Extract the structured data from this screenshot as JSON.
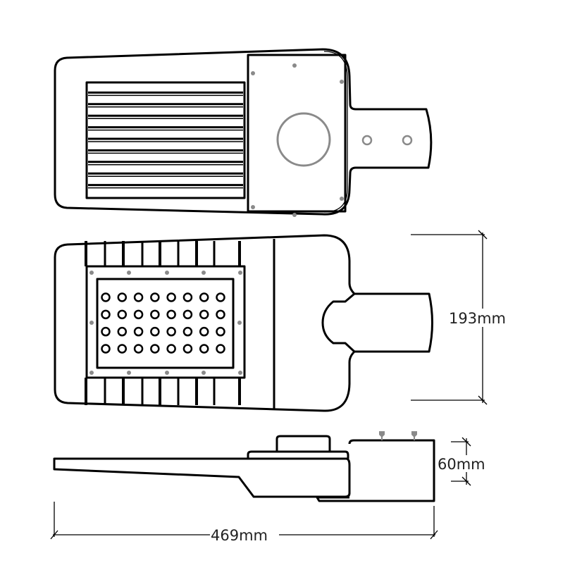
{
  "title": "Street light dimension drawing",
  "dimensions": {
    "width_label": "193mm",
    "height_label": "60mm",
    "length_label": "469mm"
  },
  "led_grid": {
    "columns": 8,
    "rows": 4
  },
  "fin_count_top_view": 10,
  "colors": {
    "line": "#000000",
    "screw": "#8a8a8a",
    "background": "#ffffff"
  }
}
